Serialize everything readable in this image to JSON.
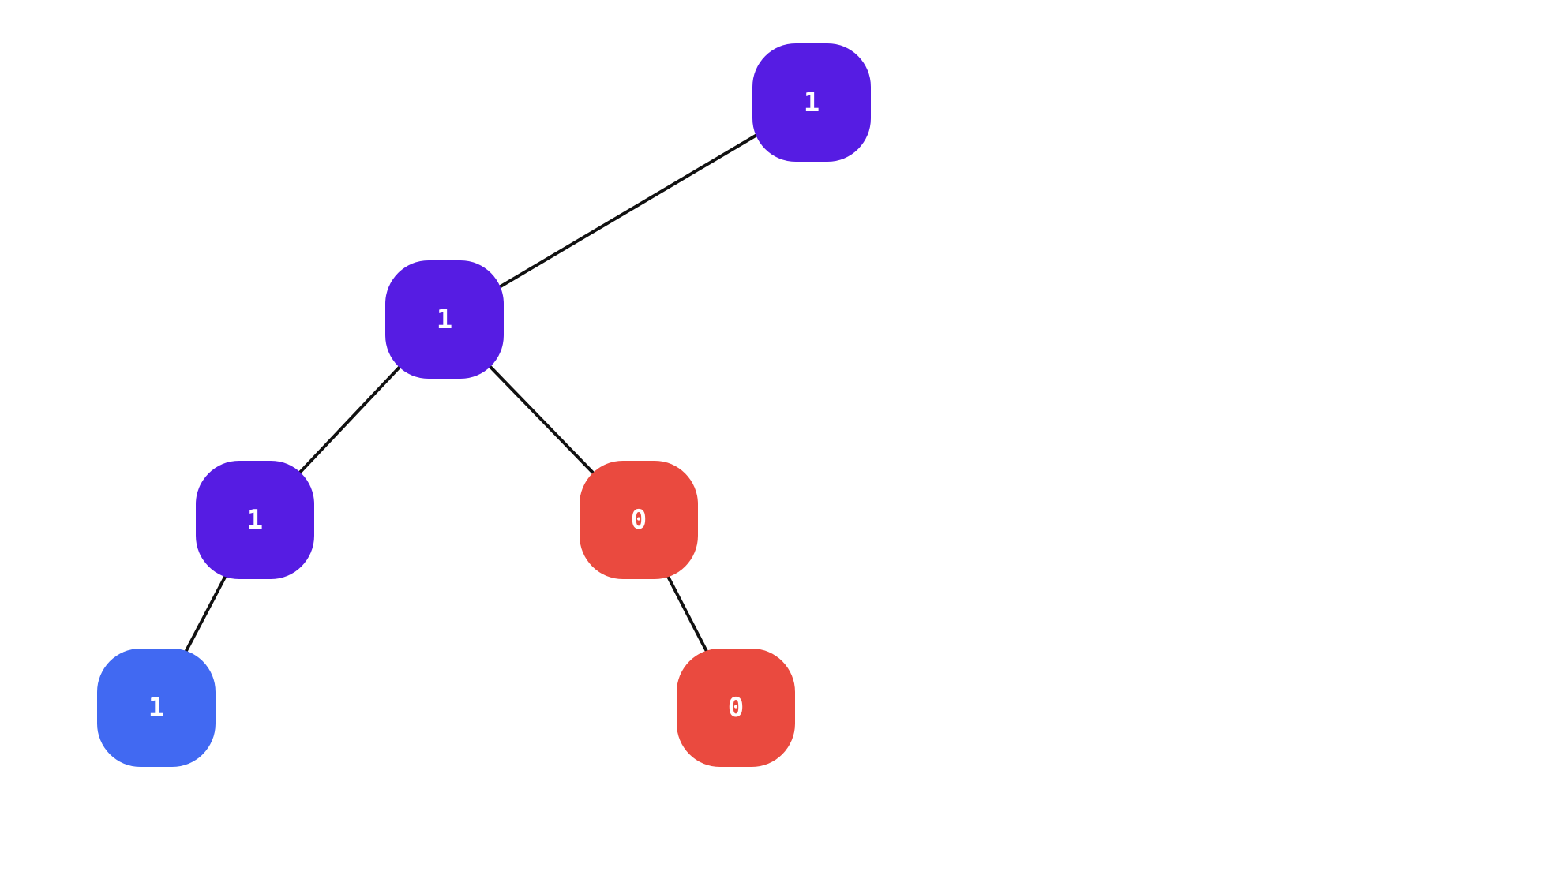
{
  "colors": {
    "purple": "#561ce3",
    "red": "#ea4a3f",
    "blue": "#4169f2",
    "edge": "#111111",
    "label": "#ffffff"
  },
  "tree": {
    "nodes": [
      {
        "id": "n0",
        "label": "1",
        "color": "purple"
      },
      {
        "id": "n1",
        "label": "1",
        "color": "purple"
      },
      {
        "id": "n2",
        "label": "1",
        "color": "purple"
      },
      {
        "id": "n3",
        "label": "0",
        "color": "red"
      },
      {
        "id": "n4",
        "label": "1",
        "color": "blue"
      },
      {
        "id": "n5",
        "label": "0",
        "color": "red"
      }
    ],
    "edges": [
      {
        "from": "n0",
        "to": "n1"
      },
      {
        "from": "n1",
        "to": "n2"
      },
      {
        "from": "n1",
        "to": "n3"
      },
      {
        "from": "n2",
        "to": "n4"
      },
      {
        "from": "n3",
        "to": "n5"
      }
    ]
  }
}
